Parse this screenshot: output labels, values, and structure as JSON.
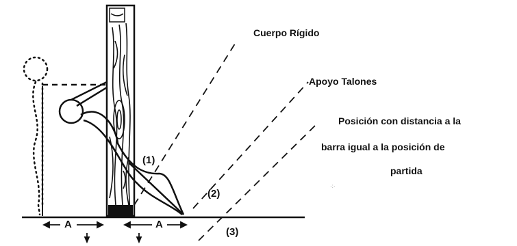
{
  "labels": {
    "rigid_body": "Cuerpo Rígido",
    "heel_support": "Apoyo Talones",
    "position_line1": "Posición con distancia a la",
    "position_line2": "barra  igual a la posición de",
    "position_line3": "partida"
  },
  "markers": {
    "one": "(1)",
    "two": "(2)",
    "three": "(3)"
  },
  "dimensions": {
    "left": "A",
    "right": "A"
  },
  "colors": {
    "ink": "#111111",
    "background": "#ffffff"
  }
}
